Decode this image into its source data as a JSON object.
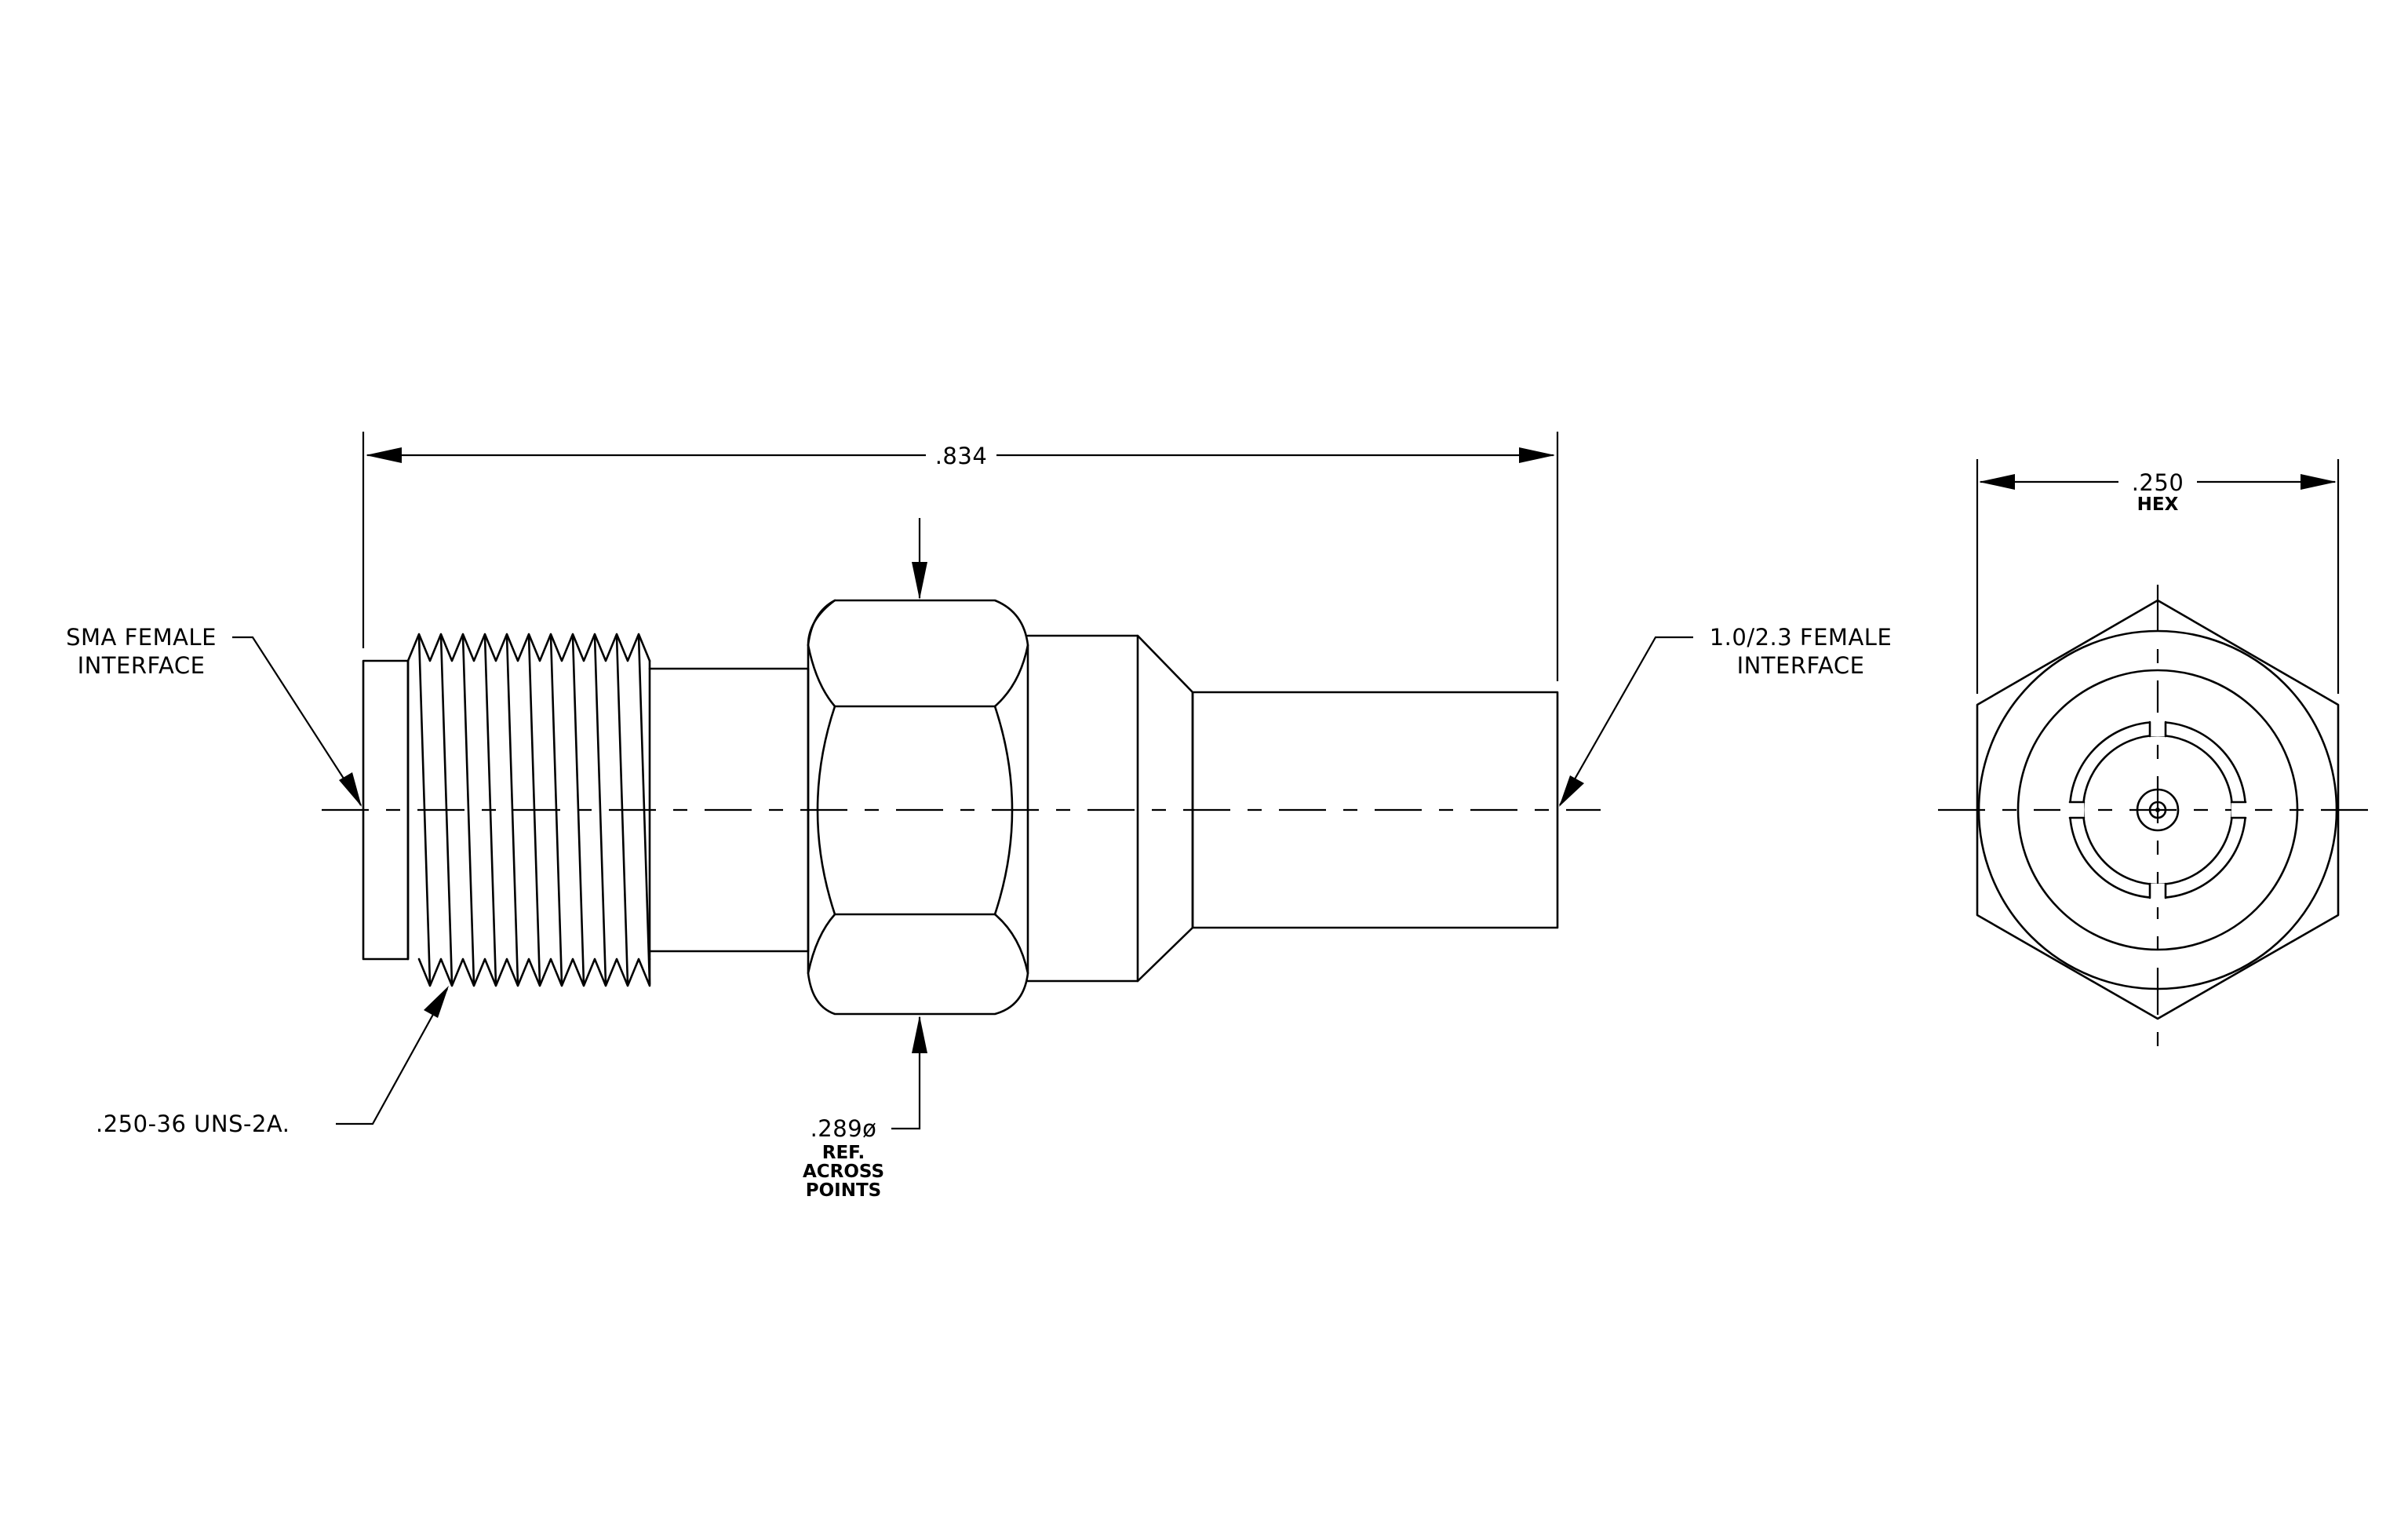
{
  "labels": {
    "overall_length": ".834",
    "sma_line1": "SMA FEMALE",
    "sma_line2": "INTERFACE",
    "female_line1": "1.0/2.3 FEMALE",
    "female_line2": "INTERFACE",
    "thread_spec": ".250-36 UNS-2A.",
    "hex_dia": ".289ø",
    "hex_dia_note1": "REF.",
    "hex_dia_note2": "ACROSS",
    "hex_dia_note3": "POINTS",
    "hex_size": ".250",
    "hex_size_note": "HEX"
  },
  "colors": {
    "line": "#000000",
    "background": "#ffffff"
  }
}
